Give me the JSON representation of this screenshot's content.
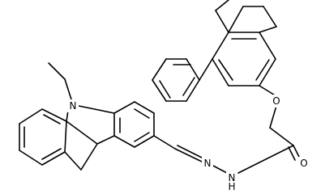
{
  "molecule": {
    "atoms": {
      "N_carbazole": "N",
      "N_imine": "N",
      "N_amide": "N",
      "H_amide": "H",
      "O_ether": "O",
      "O_carbonyl": "O"
    }
  }
}
